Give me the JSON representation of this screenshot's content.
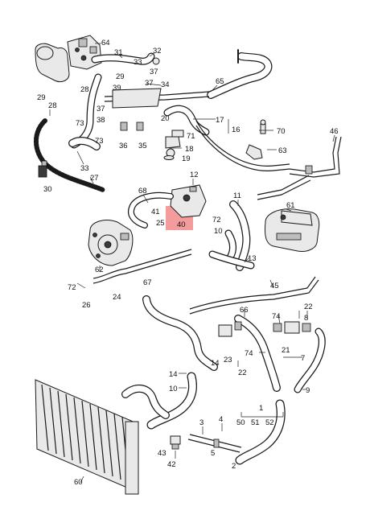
{
  "highlight_color": "#f28b8b",
  "callouts": [
    {
      "id": "c64",
      "text": "64"
    },
    {
      "id": "c32",
      "text": "32"
    },
    {
      "id": "c31",
      "text": "31"
    },
    {
      "id": "c33a",
      "text": "33"
    },
    {
      "id": "c37a",
      "text": "37"
    },
    {
      "id": "c29a",
      "text": "29"
    },
    {
      "id": "c37b",
      "text": "37"
    },
    {
      "id": "c34",
      "text": "34"
    },
    {
      "id": "c65",
      "text": "65"
    },
    {
      "id": "c28a",
      "text": "28"
    },
    {
      "id": "c39",
      "text": "39"
    },
    {
      "id": "c29b",
      "text": "29"
    },
    {
      "id": "c28b",
      "text": "28"
    },
    {
      "id": "c37c",
      "text": "37"
    },
    {
      "id": "c38",
      "text": "38"
    },
    {
      "id": "c17",
      "text": "17"
    },
    {
      "id": "c20",
      "text": "20"
    },
    {
      "id": "c73a",
      "text": "73"
    },
    {
      "id": "c71",
      "text": "71"
    },
    {
      "id": "c16",
      "text": "16"
    },
    {
      "id": "c70",
      "text": "70"
    },
    {
      "id": "c46",
      "text": "46"
    },
    {
      "id": "c73b",
      "text": "73"
    },
    {
      "id": "c36",
      "text": "36"
    },
    {
      "id": "c35",
      "text": "35"
    },
    {
      "id": "c18",
      "text": "18"
    },
    {
      "id": "c19",
      "text": "19"
    },
    {
      "id": "c63",
      "text": "63"
    },
    {
      "id": "c33b",
      "text": "33"
    },
    {
      "id": "c27",
      "text": "27"
    },
    {
      "id": "c30",
      "text": "30"
    },
    {
      "id": "c12",
      "text": "12"
    },
    {
      "id": "c68",
      "text": "68"
    },
    {
      "id": "c11",
      "text": "11"
    },
    {
      "id": "c41",
      "text": "41"
    },
    {
      "id": "c61",
      "text": "61"
    },
    {
      "id": "c40",
      "text": "40"
    },
    {
      "id": "c25",
      "text": "25"
    },
    {
      "id": "c72a",
      "text": "72"
    },
    {
      "id": "c10",
      "text": "10"
    },
    {
      "id": "c13",
      "text": "13"
    },
    {
      "id": "c62",
      "text": "62"
    },
    {
      "id": "c72b",
      "text": "72"
    },
    {
      "id": "c67",
      "text": "67"
    },
    {
      "id": "c45",
      "text": "45"
    },
    {
      "id": "c26",
      "text": "26"
    },
    {
      "id": "c24",
      "text": "24"
    },
    {
      "id": "c66",
      "text": "66"
    },
    {
      "id": "c74a",
      "text": "74"
    },
    {
      "id": "c22a",
      "text": "22"
    },
    {
      "id": "c8",
      "text": "8"
    },
    {
      "id": "c74b",
      "text": "74"
    },
    {
      "id": "c21",
      "text": "21"
    },
    {
      "id": "c14a",
      "text": "14"
    },
    {
      "id": "c23",
      "text": "23"
    },
    {
      "id": "c22b",
      "text": "22"
    },
    {
      "id": "c7",
      "text": "7"
    },
    {
      "id": "c14b",
      "text": "14"
    },
    {
      "id": "c10b",
      "text": "10"
    },
    {
      "id": "c9",
      "text": "9"
    },
    {
      "id": "c1",
      "text": "1"
    },
    {
      "id": "c4",
      "text": "4"
    },
    {
      "id": "c50",
      "text": "50"
    },
    {
      "id": "c51",
      "text": "51"
    },
    {
      "id": "c52",
      "text": "52"
    },
    {
      "id": "c3",
      "text": "3"
    },
    {
      "id": "c5",
      "text": "5"
    },
    {
      "id": "c43",
      "text": "43"
    },
    {
      "id": "c42",
      "text": "42"
    },
    {
      "id": "c2",
      "text": "2"
    },
    {
      "id": "c60",
      "text": "60"
    }
  ]
}
